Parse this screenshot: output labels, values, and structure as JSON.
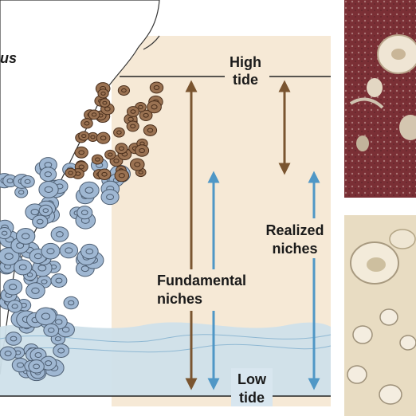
{
  "labels": {
    "species_fragment": "us",
    "high_tide": [
      "High",
      "tide"
    ],
    "low_tide": [
      "Low",
      "tide"
    ],
    "realized_niches": [
      "Realized",
      "niches"
    ],
    "fundamental_niches": [
      "Fundamental",
      "niches"
    ]
  },
  "colors": {
    "upper_barnacle": "#9a7252",
    "lower_barnacle": "#9fb7d2",
    "brown_arrow": "#7a5530",
    "blue_arrow": "#4f97c6",
    "shore_background": "#f6e9d6",
    "water": "#cfe0ea"
  }
}
